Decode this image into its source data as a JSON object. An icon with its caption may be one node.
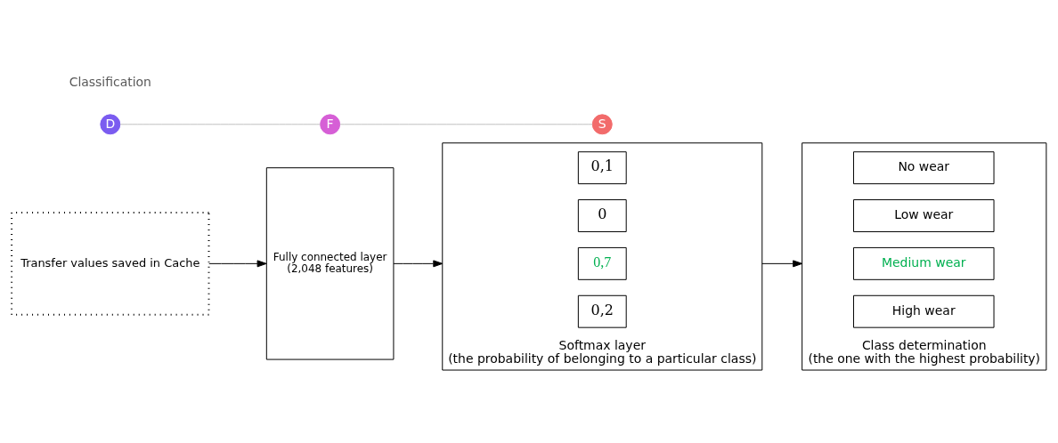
{
  "diagram": {
    "nodes": [
      {
        "text": [
          "Transfer values saved in Cache"
        ]
      },
      {
        "text": [
          "Fully connected layer",
          "(2,048 features)"
        ]
      },
      {
        "text": [
          "Softmax layer",
          "(the probability of belonging to a particular class)"
        ]
      },
      {
        "text": [
          "0,1"
        ],
        "in": 2
      },
      {
        "text": [
          "0"
        ],
        "in": 2
      },
      {
        "text": [
          "0,7"
        ],
        "in": 2
      },
      {
        "text": [
          "0,2"
        ],
        "in": 2
      },
      {
        "text": [
          "Class determination",
          "(the one with the highest probability)"
        ]
      },
      {
        "text": [
          "No wear"
        ],
        "in": 7
      },
      {
        "text": [
          "Low wear"
        ],
        "in": 7
      },
      {
        "text": [
          "Medium wear"
        ],
        "in": 7
      },
      {
        "text": [
          "High wear"
        ],
        "in": 7
      },
      {
        "text": [
          "D"
        ]
      },
      {
        "text": [
          "F"
        ]
      },
      {
        "text": [
          "S"
        ]
      }
    ],
    "edges": [
      {
        "from": 0,
        "to": 1,
        "arrow": "to"
      },
      {
        "from": 1,
        "to": 2,
        "arrow": "to"
      },
      {
        "from": 2,
        "to": 7,
        "arrow": "to"
      },
      {
        "from": 12,
        "to": 13,
        "arrow": "none",
        "color": "#bfbfbf"
      },
      {
        "from": 13,
        "to": 14,
        "arrow": "none",
        "color": "#bfbfbf"
      }
    ],
    "labels": [
      "Classification"
    ]
  }
}
